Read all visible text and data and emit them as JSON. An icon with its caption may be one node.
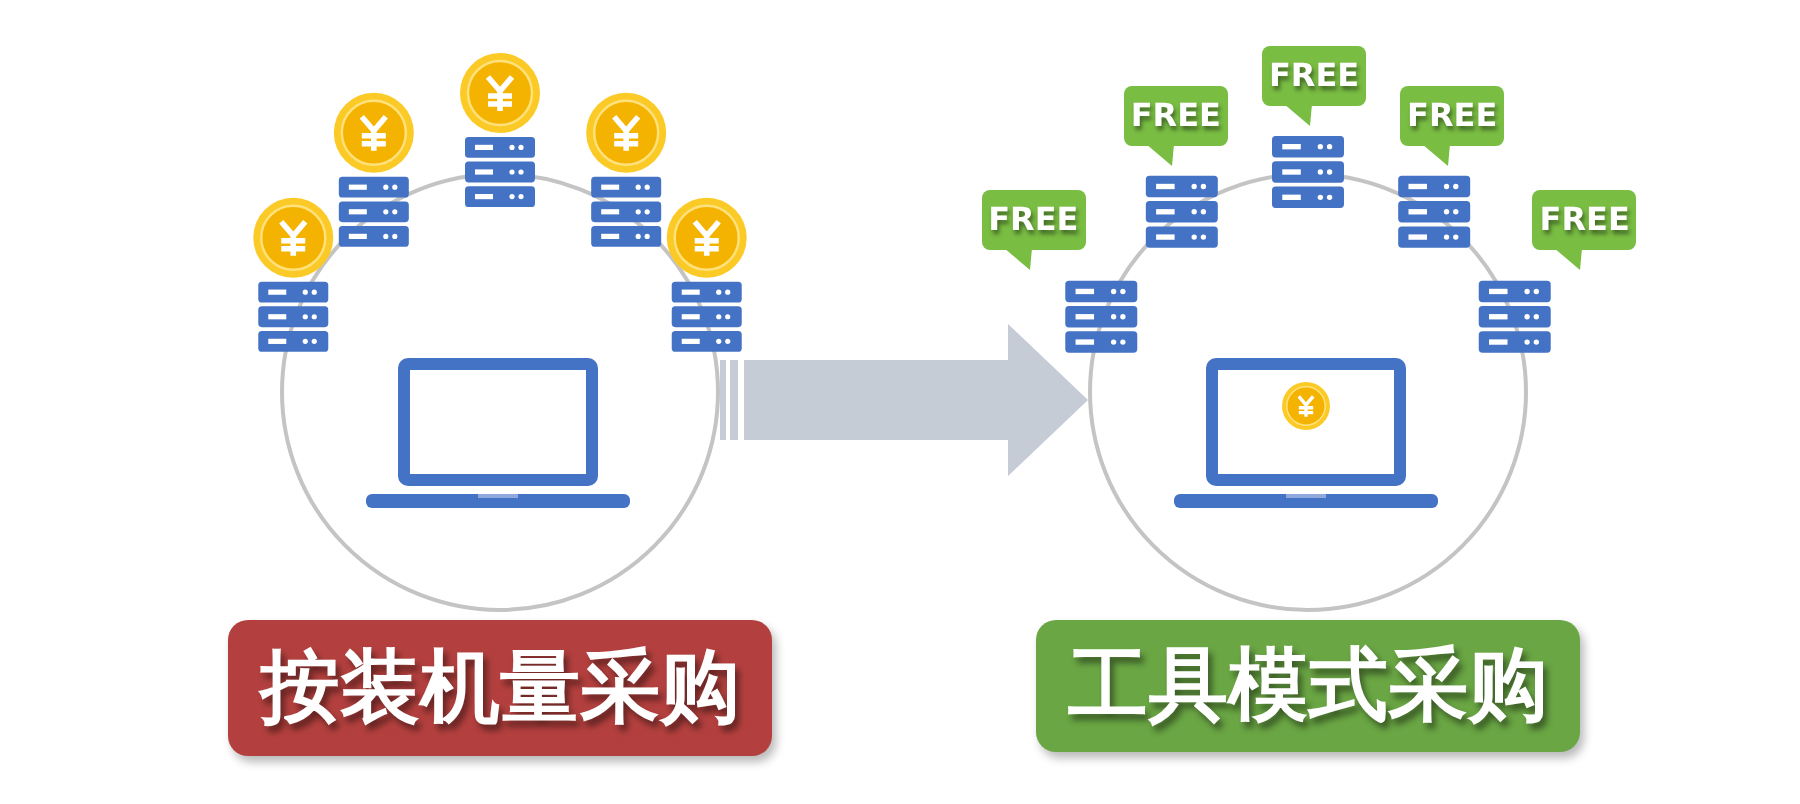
{
  "diagram": {
    "nodes": [
      {
        "text": [],
        "shape": "circle"
      },
      {
        "text": [
          "按装机量采购"
        ]
      },
      {
        "text": [],
        "shape": "circle"
      },
      {
        "text": [
          "FREE"
        ]
      },
      {
        "text": [
          "FREE"
        ]
      },
      {
        "text": [
          "FREE"
        ]
      },
      {
        "text": [
          "FREE"
        ]
      },
      {
        "text": [
          "FREE"
        ]
      },
      {
        "text": [
          "工具模式采购"
        ]
      }
    ],
    "edges": [
      {
        "from": 0,
        "to": 2,
        "arrow": "to"
      }
    ]
  }
}
